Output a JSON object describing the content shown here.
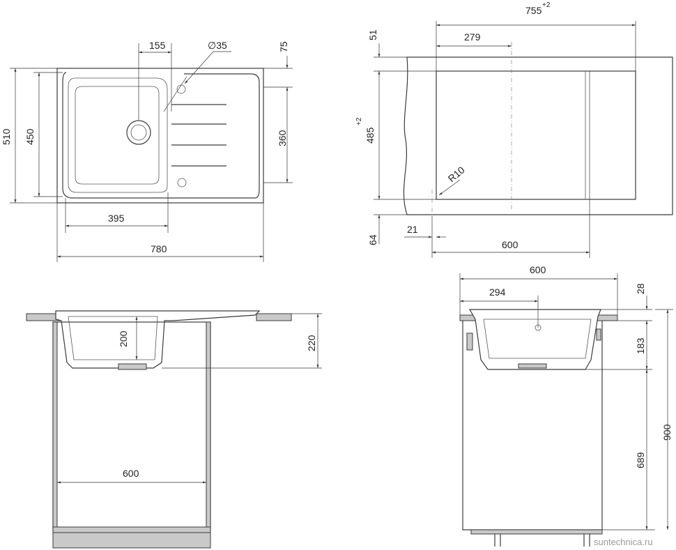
{
  "dimensions": {
    "top_width_155": "155",
    "hole_diameter": "∅35",
    "depth_75": "75",
    "height_510": "510",
    "height_450": "450",
    "height_360": "360",
    "bowl_width_395": "395",
    "total_width_780": "780",
    "cutout_width": "755",
    "cutout_width_tol": "+2",
    "offset_279": "279",
    "offset_51": "51",
    "cutout_height": "485",
    "cutout_height_tol": "+2",
    "radius": "R10",
    "offset_64": "64",
    "offset_21": "21",
    "cabinet_600_top": "600",
    "side_600": "600",
    "side_294": "294",
    "side_28": "28",
    "side_183": "183",
    "side_900": "900",
    "side_689": "689",
    "front_200": "200",
    "front_220": "220",
    "front_cabinet_600": "600"
  },
  "watermark": "suntechnica.ru"
}
